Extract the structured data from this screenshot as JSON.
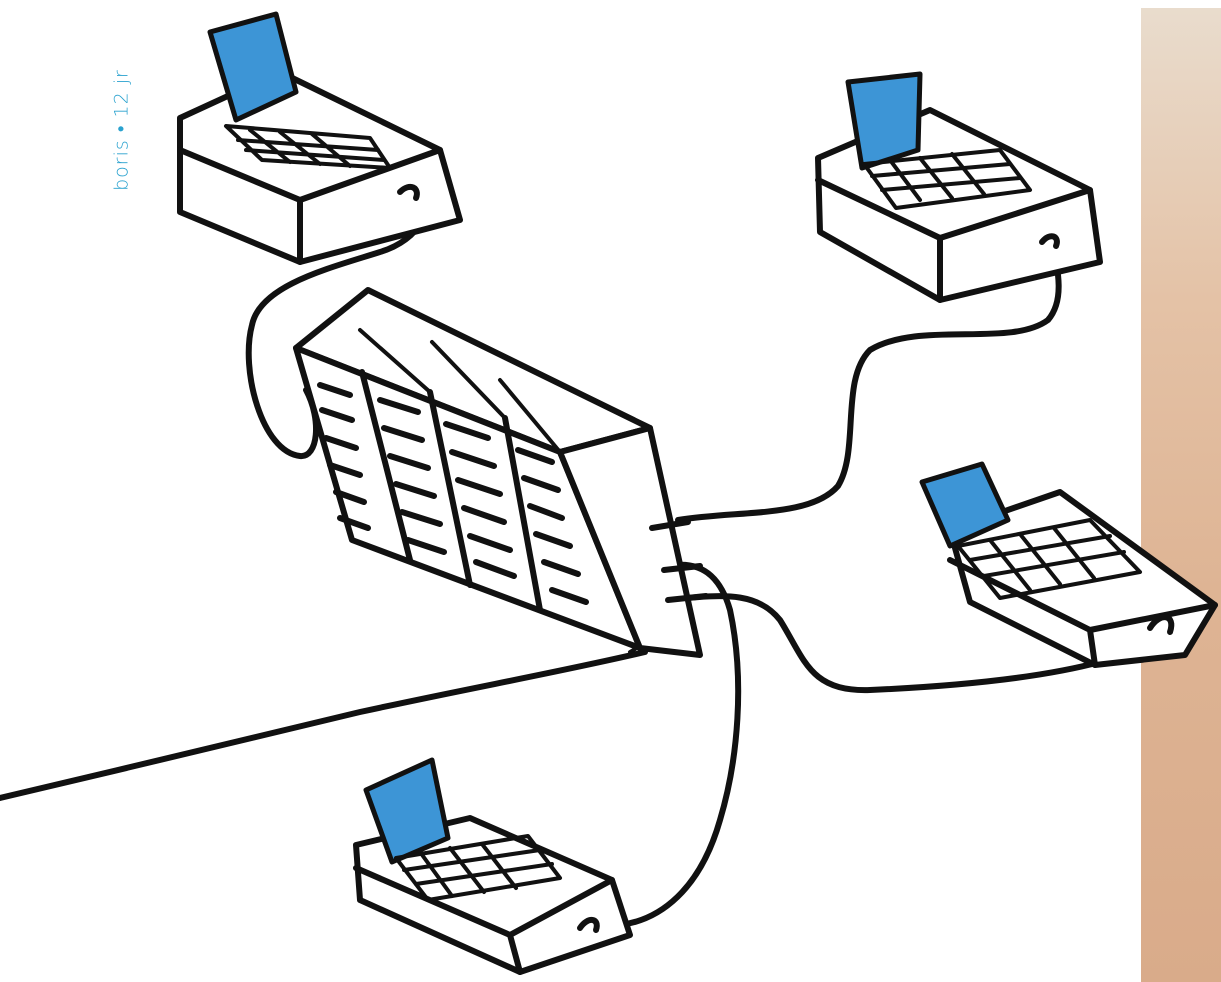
{
  "caption": {
    "artist": "boris",
    "separator": "•",
    "age": "12 jr"
  },
  "colors": {
    "ink": "#111111",
    "screen_blue": "#3d95d6",
    "caption_blue": "#2aa2cf",
    "side_panel": "#deb494"
  },
  "drawing": {
    "hub": "server-rack",
    "devices": [
      "fax-top-left",
      "fax-top-right",
      "fax-right",
      "fax-bottom"
    ]
  }
}
